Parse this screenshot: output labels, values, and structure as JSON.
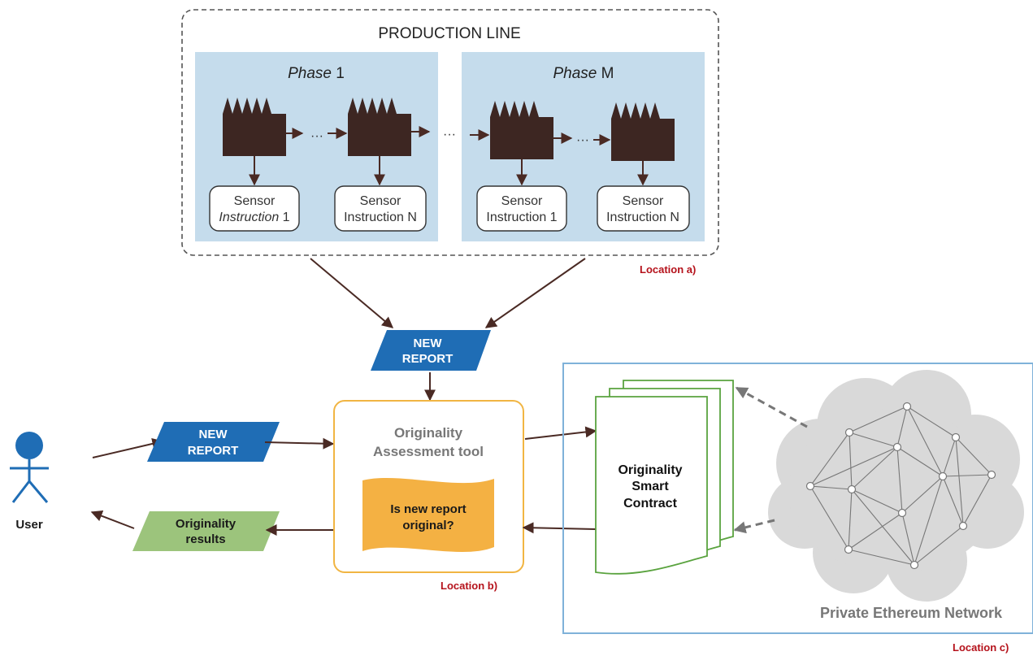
{
  "production_line": {
    "title": "PRODUCTION LINE",
    "phase_1": {
      "label_italic": "Phase",
      "label_rest": " 1"
    },
    "phase_m": {
      "label_italic": "Phase",
      "label_rest": " M"
    },
    "sensors": {
      "s1": {
        "line1": "Sensor",
        "line2_italic": "Instruction",
        "line2_rest": " 1"
      },
      "s2": {
        "line1": "Sensor",
        "line2": "Instruction N"
      },
      "s3": {
        "line1": "Sensor",
        "line2": "Instruction 1"
      },
      "s4": {
        "line1": "Sensor",
        "line2": "Instruction N"
      }
    },
    "ellipsis": "···",
    "location": "Location a)"
  },
  "new_report_top": {
    "line1": "NEW",
    "line2": "REPORT"
  },
  "new_report_user": {
    "line1": "NEW",
    "line2": "REPORT"
  },
  "user": {
    "label": "User"
  },
  "results": {
    "line1": "Originality",
    "line2": "results"
  },
  "tool": {
    "line1": "Originality",
    "line2": "Assessment tool",
    "question_line1": "Is new report",
    "question_line2": "original?",
    "location": "Location b)"
  },
  "contract": {
    "line1": "Originality",
    "line2": "Smart",
    "line3": "Contract"
  },
  "network": {
    "label": "Private Ethereum Network",
    "location": "Location c)"
  },
  "colors": {
    "phase_bg": "#c5dcec",
    "machine": "#3d2622",
    "arrow": "#4a2a24",
    "report_blue": "#1f6db5",
    "results_green": "#9cc47c",
    "tool_border": "#f1b543",
    "question_fill": "#f4b143",
    "contract_green": "#5aa33f",
    "network_border": "#7fb2d9",
    "location_red": "#b5121b"
  }
}
